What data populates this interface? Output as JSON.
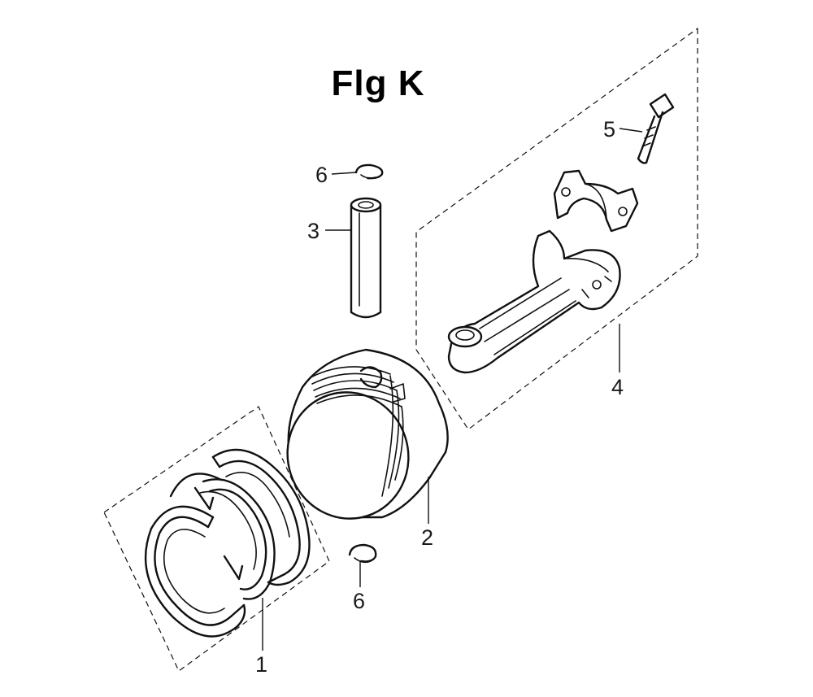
{
  "figure": {
    "title": "Flg K"
  },
  "callouts": {
    "ring_set": "1",
    "piston": "2",
    "piston_pin": "3",
    "connecting_rod": "4",
    "rod_bolt": "5",
    "pin_clip_top": "6",
    "pin_clip_bottom": "6"
  },
  "colors": {
    "ink": "#111111",
    "background": "#ffffff"
  }
}
